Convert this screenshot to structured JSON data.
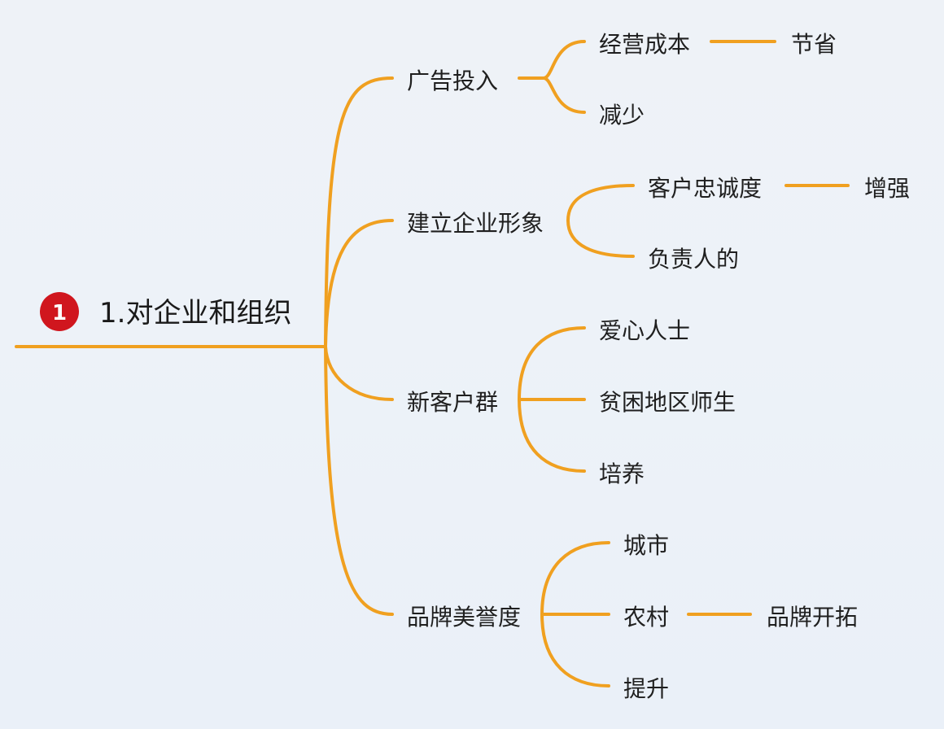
{
  "colors": {
    "connector": "#f0a020",
    "badge": "#d0161e",
    "text": "#1f1f1f"
  },
  "root": {
    "badge_number": "1",
    "label": "1.对企业和组织"
  },
  "branches": [
    {
      "label": "广告投入",
      "children": [
        {
          "label": "经营成本",
          "children": [
            {
              "label": "节省"
            }
          ]
        },
        {
          "label": "减少"
        }
      ]
    },
    {
      "label": "建立企业形象",
      "children": [
        {
          "label": "客户忠诚度",
          "children": [
            {
              "label": "增强"
            }
          ]
        },
        {
          "label": "负责人的"
        }
      ]
    },
    {
      "label": "新客户群",
      "children": [
        {
          "label": "爱心人士"
        },
        {
          "label": "贫困地区师生"
        },
        {
          "label": "培养"
        }
      ]
    },
    {
      "label": "品牌美誉度",
      "children": [
        {
          "label": "城市"
        },
        {
          "label": "农村",
          "children": [
            {
              "label": "品牌开拓"
            }
          ]
        },
        {
          "label": "提升"
        }
      ]
    }
  ]
}
